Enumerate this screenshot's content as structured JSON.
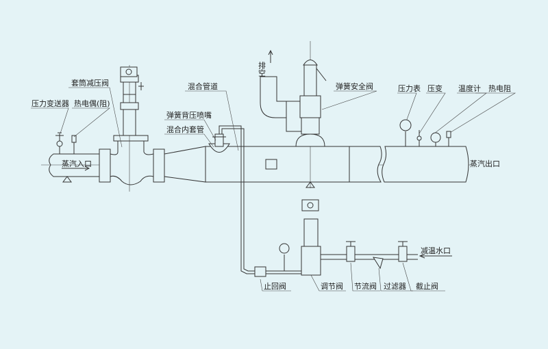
{
  "title": "蒸汽减温减压装置系统图",
  "labels": {
    "sleeve_reducing_valve": "套筒减压阀",
    "pressure_transmitter_left": "压力变送器",
    "thermocouple": "热电偶(阻)",
    "spring_backpressure_nozzle": "弹簧背压喷嘴",
    "mixing_inner_sleeve": "混合内套管",
    "mixing_pipe": "混合管道",
    "exhaust": "排空",
    "spring_safety_valve": "弹簧安全阀",
    "pressure_gauge": "压力表",
    "pressure_transmitter_right": "压变",
    "thermometer": "温度计",
    "thermal_resistor": "热电阻",
    "steam_inlet": "蒸汽入口",
    "steam_outlet": "蒸汽出口",
    "desuperheating_water_inlet": "减温水口",
    "check_valve": "止回阀",
    "control_valve": "调节阀",
    "throttle_valve": "节流阀",
    "filter": "过滤器",
    "stop_valve": "截止阀"
  },
  "colors": {
    "background": "#e4f3f6",
    "line": "#333333"
  }
}
